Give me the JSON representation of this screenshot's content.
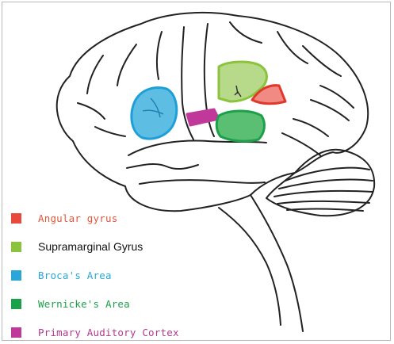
{
  "diagram": {
    "regions": [
      {
        "key": "angular",
        "label": "Angular gyrus",
        "color": "#e8493a",
        "fill": "#f08a82",
        "stroke": "#e0382a",
        "label_color": "#e0563a",
        "font": "mono"
      },
      {
        "key": "supramarginal",
        "label": "Supramarginal Gyrus",
        "color": "#8bc43c",
        "fill": "#b7d98a",
        "stroke": "#8bc43c",
        "label_color": "#111111",
        "font": "sans"
      },
      {
        "key": "broca",
        "label": "Broca's Area",
        "color": "#2aa7d8",
        "fill": "#5dbde3",
        "stroke": "#1f9fd8",
        "label_color": "#2aa7d8",
        "font": "mono"
      },
      {
        "key": "wernicke",
        "label": "Wernicke's Area",
        "color": "#1ca04a",
        "fill": "#5bbf73",
        "stroke": "#1ca04a",
        "label_color": "#1ca04a",
        "font": "mono"
      },
      {
        "key": "auditory",
        "label": "Primary Auditory Cortex",
        "color": "#c0399a",
        "fill": "#c0399a",
        "stroke": "#c0399a",
        "label_color": "#b5388f",
        "font": "mono"
      }
    ]
  }
}
